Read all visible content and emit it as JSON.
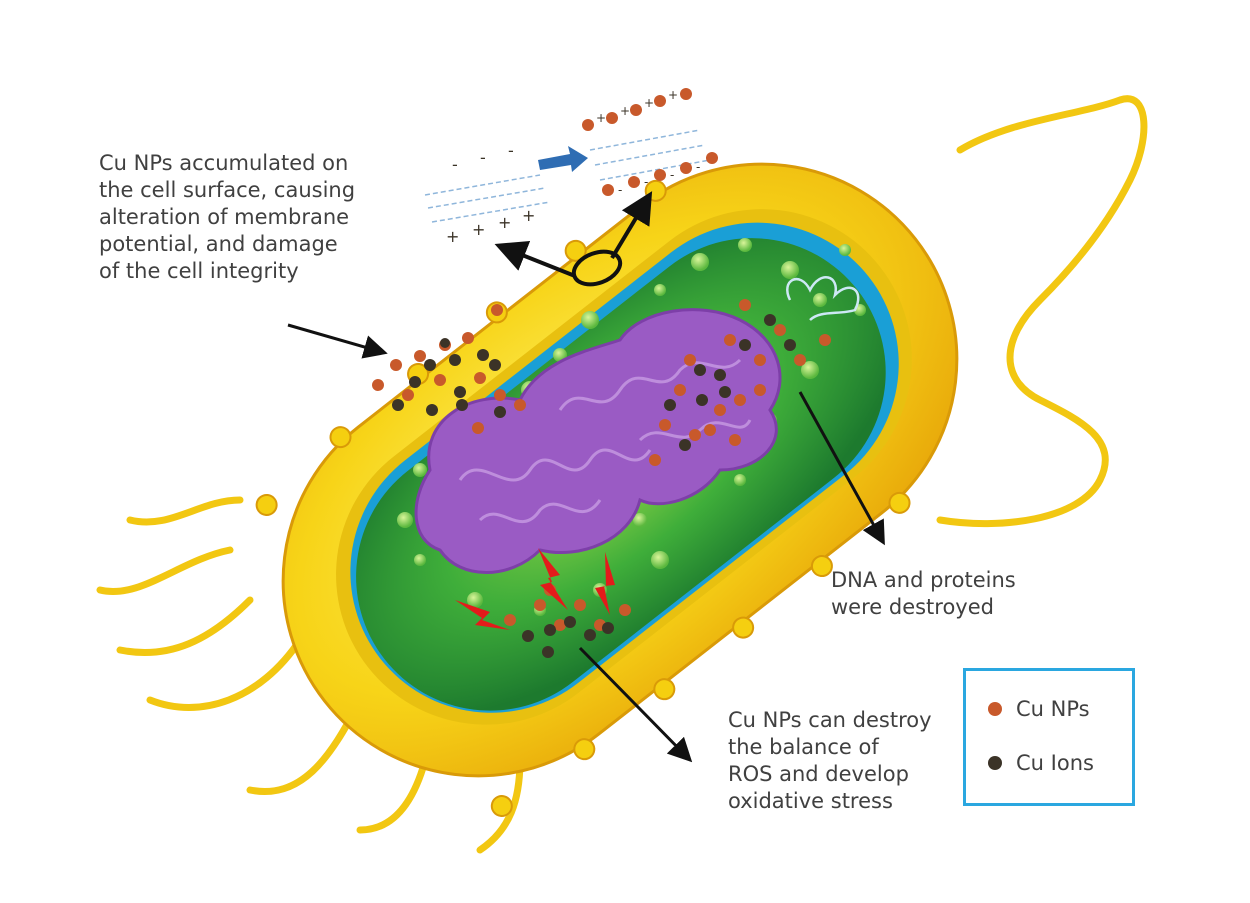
{
  "labels": {
    "surface": "Cu NPs accumulated on\nthe cell surface, causing\nalteration of membrane\npotential, and damage\nof the cell integrity",
    "dna": "DNA and proteins\nwere destroyed",
    "ros": "Cu NPs can destroy\nthe balance of\nROS and develop\noxidative stress"
  },
  "legend": {
    "items": [
      {
        "label": "Cu NPs",
        "color": "#c8592b"
      },
      {
        "label": "Cu Ions",
        "color": "#3b3327"
      }
    ],
    "border_color": "#2aa7e0"
  },
  "colors": {
    "cell_wall": "#f5cf10",
    "cytoplasm": "#2f9a3c",
    "membrane_blue": "#1a9fd6",
    "dna": "#9a5bc4",
    "ros_bolt": "#e31b1b",
    "arrow": "#111111"
  },
  "icons": {
    "charge_flow_arrow": "blue-right-arrow-icon",
    "damage_marker": "red-lightning-icon"
  }
}
